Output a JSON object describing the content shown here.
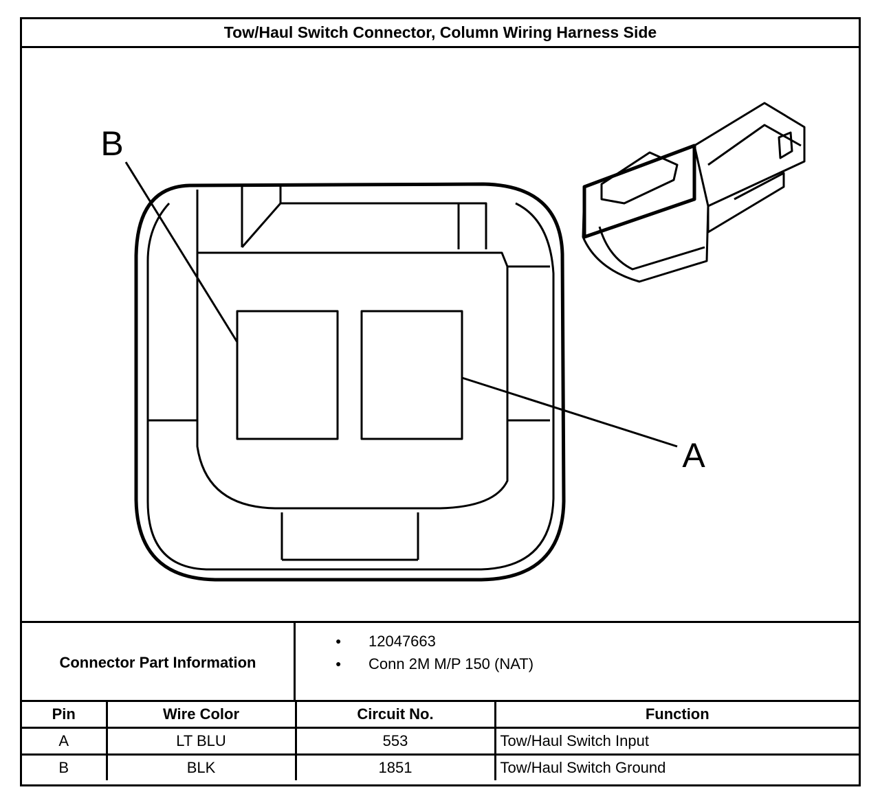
{
  "title": "Tow/Haul Switch Connector, Column Wiring Harness Side",
  "diagram": {
    "pin_callouts": [
      "B",
      "A"
    ]
  },
  "connector_info": {
    "label": "Connector Part Information",
    "items": [
      "12047663",
      "Conn 2M M/P 150 (NAT)"
    ]
  },
  "pin_table": {
    "headers": [
      "Pin",
      "Wire Color",
      "Circuit No.",
      "Function"
    ],
    "rows": [
      [
        "A",
        "LT BLU",
        "553",
        "Tow/Haul Switch Input"
      ],
      [
        "B",
        "BLK",
        "1851",
        "Tow/Haul Switch Ground"
      ]
    ]
  }
}
